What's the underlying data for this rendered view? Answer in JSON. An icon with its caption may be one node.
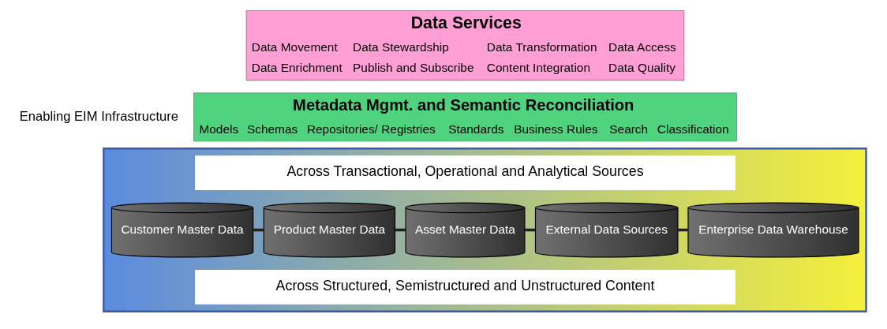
{
  "diagram": {
    "nodes": [
      {
        "text": [
          "Data Services",
          "Data Movement",
          "Data Stewardship",
          "Data Transformation",
          "Data Access",
          "Data Enrichment",
          "Publish and Subscribe",
          "Content Integration",
          "Data Quality"
        ]
      },
      {
        "text": [
          "Metadata Mgmt. and Semantic Reconciliation",
          "Models",
          "Schemas",
          "Repositories/ Registries",
          "Standards",
          "Business Rules",
          "Search",
          "Classification"
        ]
      },
      {
        "text": [],
        "shape": "box"
      },
      {
        "text": [
          "Across Transactional, Operational and Analytical Sources"
        ],
        "in": 2
      },
      {
        "text": [
          "Customer Master Data"
        ],
        "in": 2
      },
      {
        "text": [
          "Product Master Data"
        ],
        "in": 2
      },
      {
        "text": [
          "Asset Master Data"
        ],
        "in": 2
      },
      {
        "text": [
          "External Data Sources"
        ],
        "in": 2
      },
      {
        "text": [
          "Enterprise Data Warehouse"
        ],
        "in": 2
      },
      {
        "text": [
          "Across Structured, Semistructured and Unstructured Content"
        ],
        "in": 2
      }
    ],
    "edges": [
      {
        "from": 4,
        "to": 5,
        "arrow": "none"
      },
      {
        "from": 5,
        "to": 6,
        "arrow": "none"
      },
      {
        "from": 6,
        "to": 7,
        "arrow": "none"
      },
      {
        "from": 7,
        "to": 8,
        "arrow": "none"
      }
    ],
    "labels": [
      "Enabling EIM Infrastructure"
    ]
  }
}
